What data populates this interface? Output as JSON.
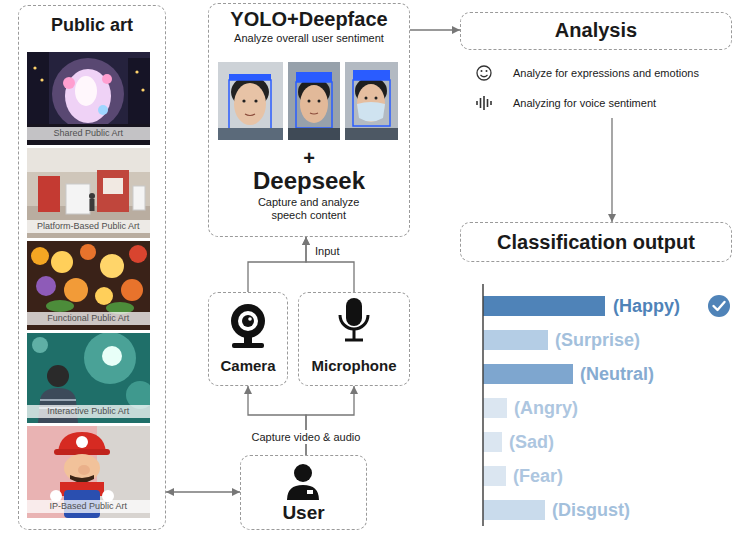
{
  "diagram": {
    "nodes": [
      {
        "text": [
          "Public art"
        ]
      },
      {
        "text": [
          "Shared Public Art"
        ],
        "in": 0
      },
      {
        "text": [
          "Platform-Based Public Art"
        ],
        "in": 0
      },
      {
        "text": [
          "Functional Public Art"
        ],
        "in": 0
      },
      {
        "text": [
          "Interactive Public Art"
        ],
        "in": 0
      },
      {
        "text": [
          "IP-Based Public Art"
        ],
        "in": 0
      },
      {
        "text": [
          "YOLO+Deepface",
          "Analyze overall user sentiment",
          "+",
          "Deepseek",
          "Capture and analyze speech content"
        ]
      },
      {
        "text": [
          "Camera"
        ]
      },
      {
        "text": [
          "Microphone"
        ]
      },
      {
        "text": [
          "User"
        ]
      },
      {
        "text": [
          "Analysis",
          "Analyze for expressions and emotions",
          "Analyzing for voice sentiment"
        ]
      },
      {
        "text": [
          "Classification output"
        ]
      }
    ],
    "edges": [
      {
        "from": 6,
        "to": 10,
        "arrow": "to"
      },
      {
        "from": 10,
        "to": 11,
        "arrow": "to"
      },
      {
        "from": 7,
        "to": 6,
        "arrow": "to",
        "label": "Input"
      },
      {
        "from": 8,
        "to": 6,
        "arrow": "to"
      },
      {
        "from": 9,
        "to": 7,
        "arrow": "to",
        "label": "Capture video & audio"
      },
      {
        "from": 9,
        "to": 8,
        "arrow": "to"
      },
      {
        "from": 0,
        "to": 9,
        "arrow": "both"
      }
    ],
    "labels": [
      "(Happy)",
      "(Surprise)",
      "(Neutral)",
      "(Angry)",
      "(Sad)",
      "(Fear)",
      "(Disgust)"
    ]
  }
}
